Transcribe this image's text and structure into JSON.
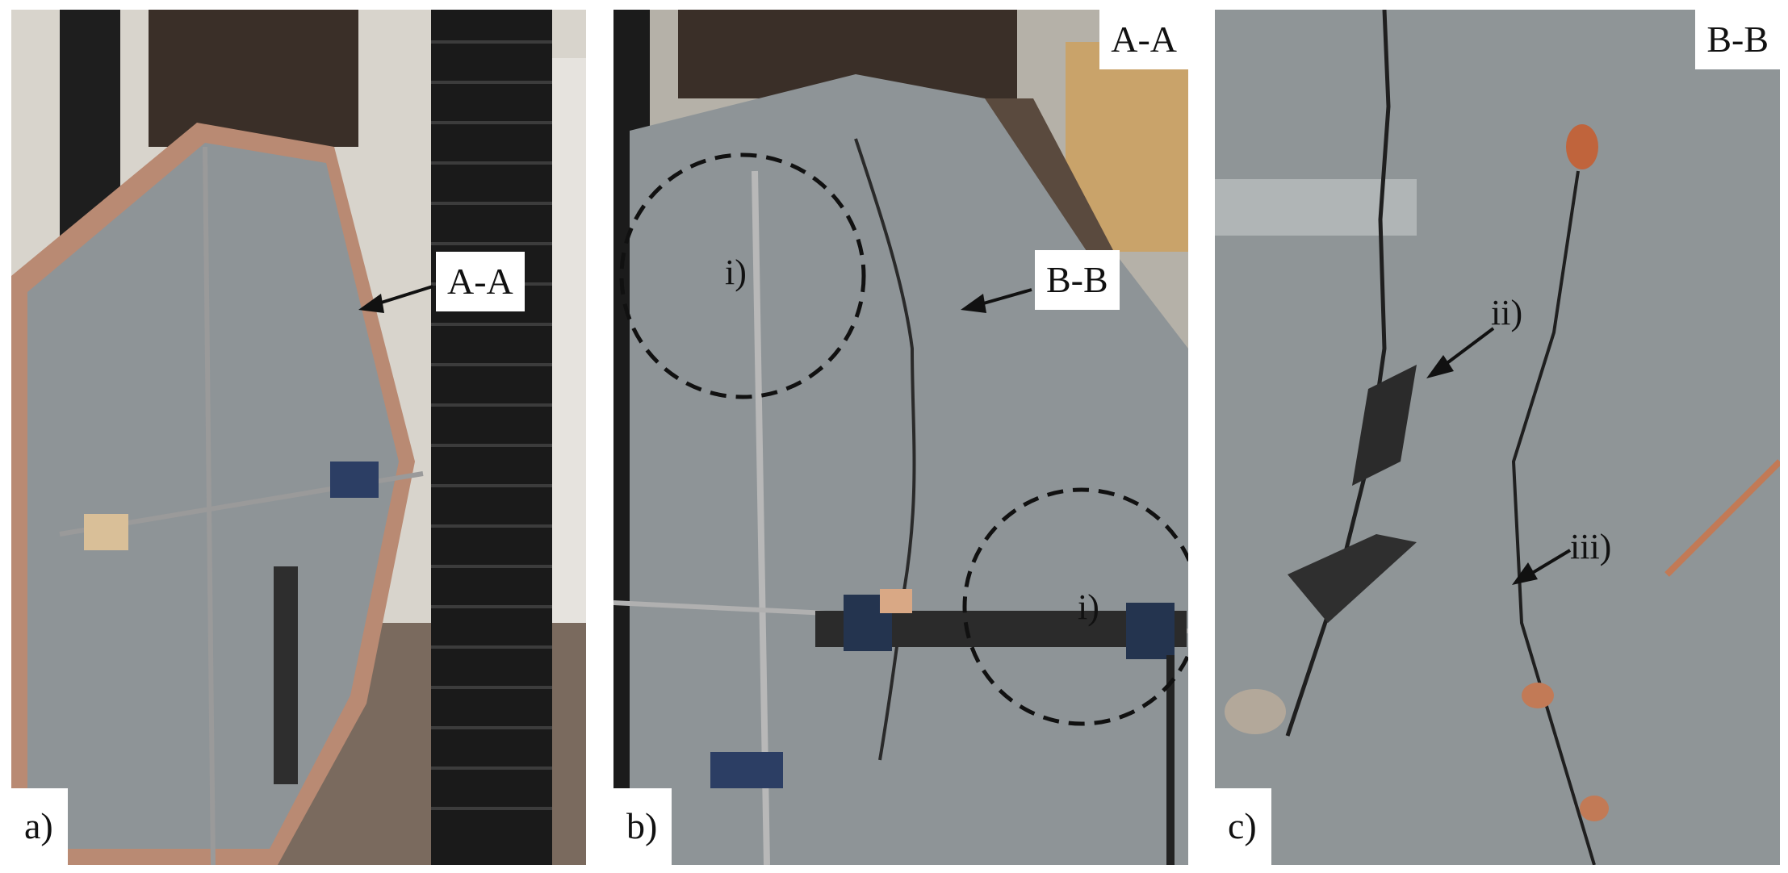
{
  "figure": {
    "panels": [
      {
        "letter": "a)",
        "section_label": "A-A"
      },
      {
        "letter": "b)",
        "section_label": "A-A",
        "crack_label": "B-B",
        "circle_label_1": "i)",
        "circle_label_2": "i)"
      },
      {
        "letter": "c)",
        "section_label": "B-B",
        "callout_1": "ii)",
        "callout_2": "iii)"
      }
    ]
  },
  "colors": {
    "concrete": "#8e9497",
    "brick": "#b98a73",
    "rod": "#1c1c1c",
    "background": "#ffffff"
  }
}
